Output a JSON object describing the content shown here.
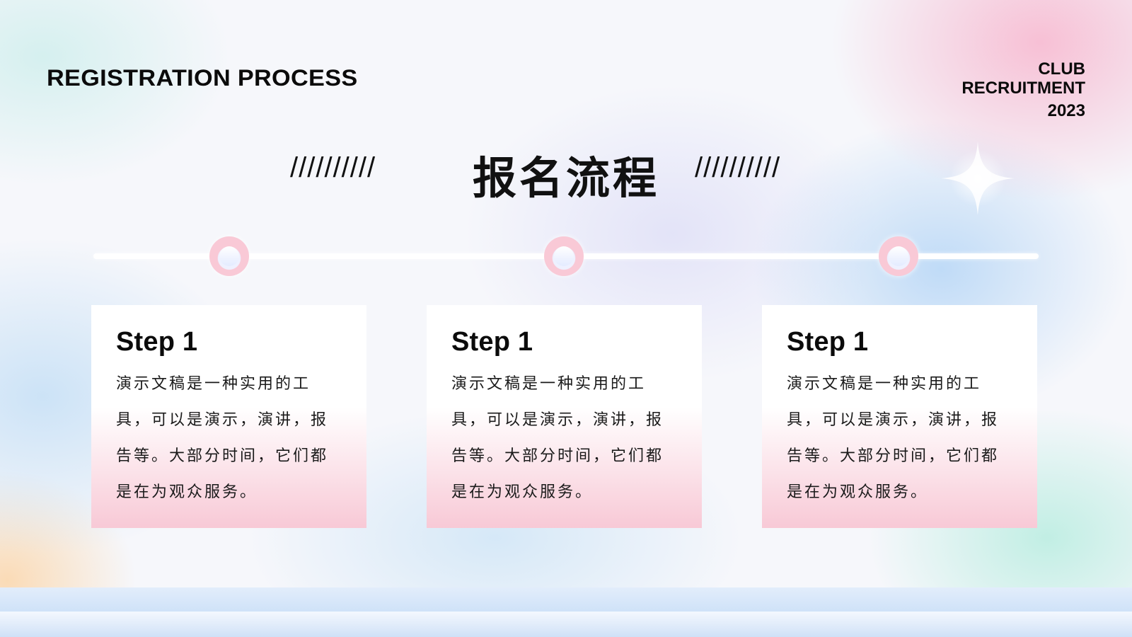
{
  "header": {
    "title": "REGISTRATION PROCESS",
    "badge_lines": [
      "CLUB",
      "RECRUITMENT"
    ],
    "badge_year": "2023"
  },
  "main": {
    "title": "报名流程",
    "left_decoration": "//////////",
    "right_decoration": "//////////"
  },
  "steps": [
    {
      "title": "Step 1",
      "description": "演示文稿是一种实用的工具，可以是演示，演讲，报告等。大部分时间，它们都是在为观众服务。"
    },
    {
      "title": "Step 1",
      "description": "演示文稿是一种实用的工具，可以是演示，演讲，报告等。大部分时间，它们都是在为观众服务。"
    },
    {
      "title": "Step 1",
      "description": "演示文稿是一种实用的工具，可以是演示，演讲，报告等。大部分时间，它们都是在为观众服务。"
    }
  ],
  "colors": {
    "text": "#0b0b0b",
    "card_gradient_end": "#f8c9d6",
    "timeline": "#ffffff",
    "dot_ring": "#f9c9d6"
  },
  "icons": {
    "sparkle": "four-point-star-icon",
    "timeline_marker": "ring-dot-icon"
  }
}
